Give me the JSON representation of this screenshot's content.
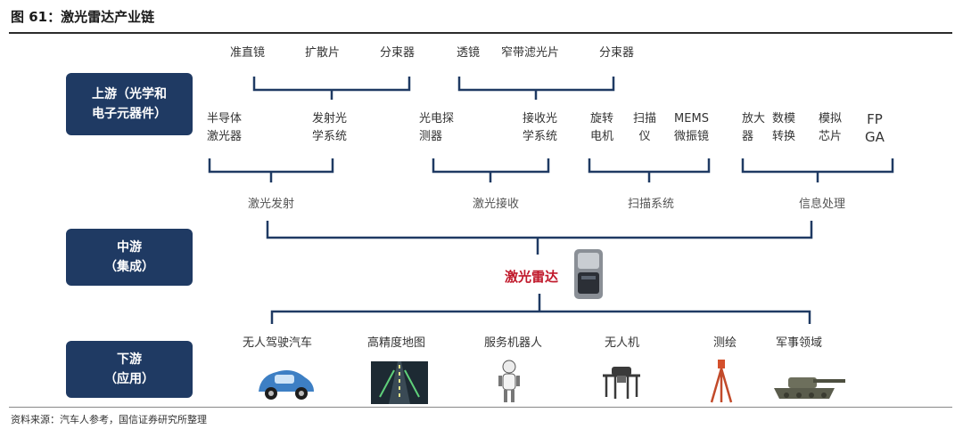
{
  "title": "图 61：激光雷达产业链",
  "source": "资料来源：汽车人参考，国信证券研究所整理",
  "stages": {
    "upstream": "上游（光学和\n电子元器件）",
    "midstream": "中游\n（集成）",
    "downstream": "下游\n（应用）"
  },
  "top_row": [
    "准直镜",
    "扩散片",
    "分束器",
    "透镜",
    "窄带滤光片",
    "分束器"
  ],
  "components": [
    "半导体\n激光器",
    "发射光\n学系统",
    "光电探\n测器",
    "接收光\n学系统",
    "旋转\n电机",
    "扫描\n仪",
    "MEMS\n微振镜",
    "放大\n器",
    "数模\n转换",
    "模拟\n芯片",
    "FP\nGA"
  ],
  "subsystems": [
    "激光发射",
    "激光接收",
    "扫描系统",
    "信息处理"
  ],
  "core": "激光雷达",
  "applications": [
    "无人驾驶汽车",
    "高精度地图",
    "服务机器人",
    "无人机",
    "测绘",
    "军事领域"
  ]
}
